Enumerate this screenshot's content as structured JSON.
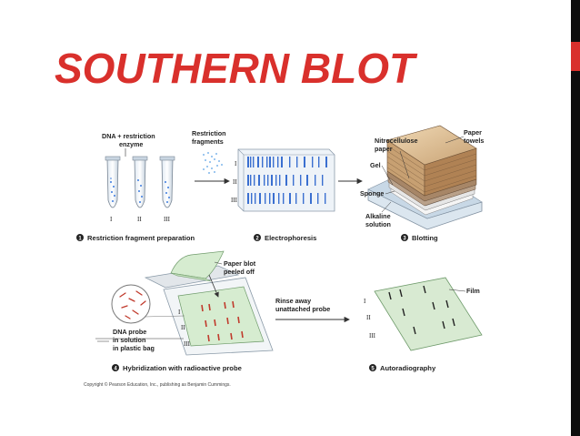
{
  "title": "SOUTHERN BLOT",
  "diagram": {
    "panel1": {
      "tube_label_line1": "DNA + restriction",
      "tube_label_line2": "enzyme",
      "fragments_label_line1": "Restriction",
      "fragments_label_line2": "fragments",
      "tube_numbers": [
        "I",
        "II",
        "III"
      ],
      "step_number": "1",
      "caption": "Restriction fragment preparation"
    },
    "panel2": {
      "lane_numbers": [
        "I",
        "II",
        "III"
      ],
      "step_number": "2",
      "caption": "Electrophoresis"
    },
    "panel3": {
      "nitrocellulose_line1": "Nitrocellulose",
      "nitrocellulose_line2": "paper",
      "paper_towels_line1": "Paper",
      "paper_towels_line2": "towels",
      "gel": "Gel",
      "sponge": "Sponge",
      "alkaline_line1": "Alkaline",
      "alkaline_line2": "solution",
      "step_number": "3",
      "caption": "Blotting"
    },
    "panel4": {
      "peeled_line1": "Paper blot",
      "peeled_line2": "peeled off",
      "probe_line1": "DNA probe",
      "probe_line2": "in solution",
      "probe_line3": "in plastic bag",
      "lane_numbers": [
        "I",
        "II",
        "III"
      ],
      "step_number": "4",
      "caption": "Hybridization with radioactive probe"
    },
    "arrow_label_line1": "Rinse away",
    "arrow_label_line2": "unattached probe",
    "panel5": {
      "film": "Film",
      "lane_numbers": [
        "I",
        "II",
        "III"
      ],
      "step_number": "5",
      "caption": "Autoradiography"
    },
    "copyright": "Copyright © Pearson Education, Inc., publishing as Benjamin Cummings."
  },
  "colors": {
    "title_red": "#d9302c",
    "gel_blue": "#3a6fd0",
    "probe_red": "#c0392b",
    "sidebar_black": "#0d0d0d"
  }
}
